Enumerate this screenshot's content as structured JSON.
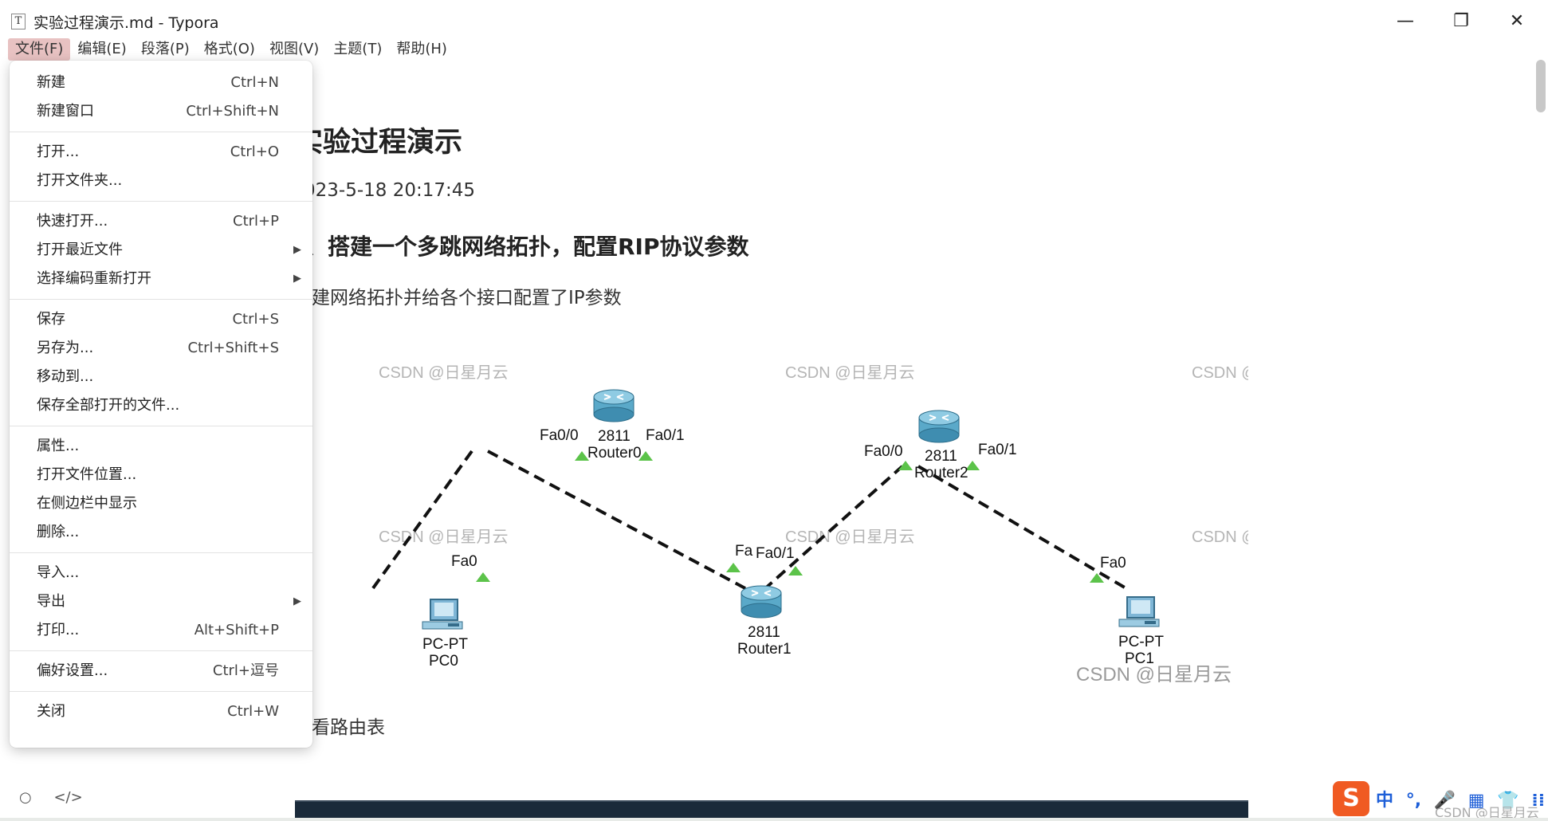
{
  "window": {
    "app_icon": "T",
    "title": "实验过程演示.md - Typora",
    "controls": {
      "minimize": "—",
      "maximize": "❐",
      "close": "✕"
    }
  },
  "menubar": {
    "items": [
      "文件(F)",
      "编辑(E)",
      "段落(P)",
      "格式(O)",
      "视图(V)",
      "主题(T)",
      "帮助(H)"
    ],
    "active": "文件(F)",
    "active_color": "#e8c2c2"
  },
  "file_menu": {
    "groups": [
      [
        {
          "label": "新建",
          "shortcut": "Ctrl+N"
        },
        {
          "label": "新建窗口",
          "shortcut": "Ctrl+Shift+N"
        }
      ],
      [
        {
          "label": "打开...",
          "shortcut": "Ctrl+O"
        },
        {
          "label": "打开文件夹...",
          "shortcut": ""
        }
      ],
      [
        {
          "label": "快速打开...",
          "shortcut": "Ctrl+P"
        },
        {
          "label": "打开最近文件",
          "shortcut": "",
          "submenu": true
        },
        {
          "label": "选择编码重新打开",
          "shortcut": "",
          "submenu": true
        }
      ],
      [
        {
          "label": "保存",
          "shortcut": "Ctrl+S"
        },
        {
          "label": "另存为...",
          "shortcut": "Ctrl+Shift+S"
        },
        {
          "label": "移动到...",
          "shortcut": ""
        },
        {
          "label": "保存全部打开的文件...",
          "shortcut": ""
        }
      ],
      [
        {
          "label": "属性...",
          "shortcut": ""
        },
        {
          "label": "打开文件位置...",
          "shortcut": ""
        },
        {
          "label": "在侧边栏中显示",
          "shortcut": ""
        },
        {
          "label": "删除...",
          "shortcut": ""
        }
      ],
      [
        {
          "label": "导入...",
          "shortcut": ""
        },
        {
          "label": "导出",
          "shortcut": "",
          "submenu": true
        },
        {
          "label": "打印...",
          "shortcut": "Alt+Shift+P"
        }
      ],
      [
        {
          "label": "偏好设置...",
          "shortcut": "Ctrl+逗号"
        }
      ],
      [
        {
          "label": "关闭",
          "shortcut": "Ctrl+W"
        }
      ]
    ]
  },
  "document": {
    "heading1": "实验过程演示",
    "timestamp": "023-5-18 20:17:45",
    "heading2": "、搭建一个多跳网络拓扑，配置RIP协议参数",
    "paragraph1": "建网络拓扑并给各个接口配置了IP参数",
    "paragraph2": "看路由表"
  },
  "diagram": {
    "watermarks": [
      "CSDN @日星月云",
      "CSDN @日星月云",
      "CSDN @",
      "CSDN @日星月云",
      "CSDN @日星月云",
      "CSDN @",
      "CSDN @日星月云"
    ],
    "router0": {
      "model": "2811",
      "name": "Router0",
      "if_left": "Fa0/0",
      "if_right": "Fa0/1"
    },
    "router1": {
      "model": "2811",
      "name": "Router1",
      "if_left": "Fa",
      "if_right": "Fa0/1"
    },
    "router2": {
      "model": "2811",
      "name": "Router2",
      "if_left": "Fa0/0",
      "if_right": "Fa0/1"
    },
    "pc0": {
      "type": "PC-PT",
      "name": "PC0",
      "if": "Fa0"
    },
    "pc1": {
      "type": "PC-PT",
      "name": "PC1",
      "if": "Fa0"
    },
    "link_color": "#111111",
    "port_color": "#5cc34a",
    "router_color": "#5aa9c9"
  },
  "statusbar": {
    "icons": [
      "circle-icon",
      "code-icon"
    ],
    "circle_glyph": "○",
    "code_glyph": "</>"
  },
  "ime": {
    "logo": "S",
    "items": [
      "中",
      "°,",
      "🎤",
      "▦",
      "👕",
      "⁞⁞"
    ]
  },
  "bottom_watermark": "CSDN @日星月云"
}
